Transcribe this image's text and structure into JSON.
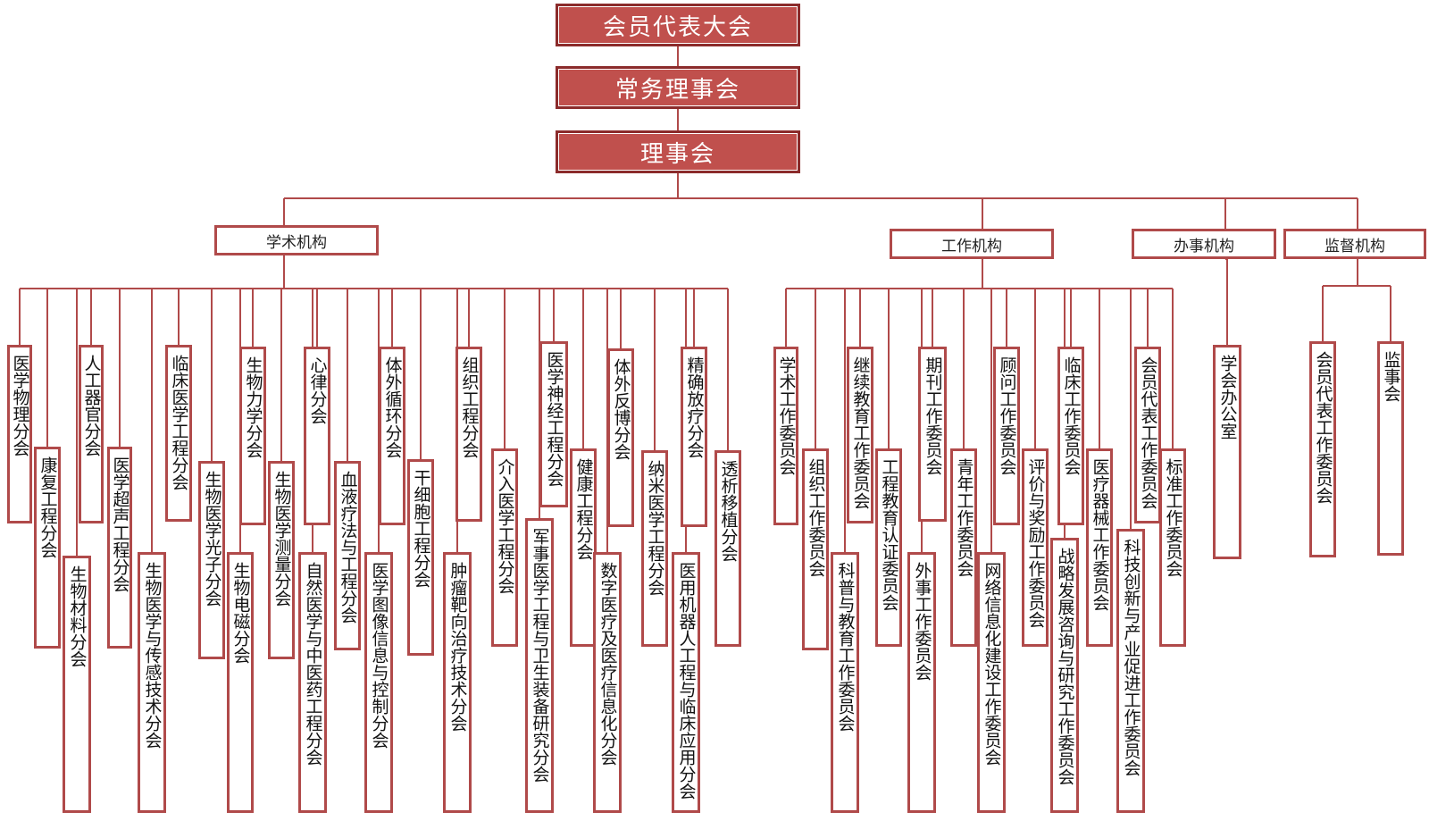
{
  "top": [
    "会员代表大会",
    "常务理事会",
    "理事会"
  ],
  "categories": [
    "学术机构",
    "工作机构",
    "办事机构",
    "监督机构"
  ],
  "academic": [
    "医学物理分会",
    "康复工程分会",
    "生物材料分会",
    "人工器官分会",
    "医学超声工程分会",
    "生物医学与传感技术分会",
    "临床医学工程分会",
    "生物医学光子分会",
    "生物电磁分会",
    "生物力学分会",
    "生物医学测量分会",
    "心律分会",
    "自然医学与中医药工程分会",
    "血液疗法与工程分会",
    "体外循环分会",
    "医学图像信息与控制分会",
    "干细胞工程分会",
    "肿瘤靶向治疗技术分会",
    "组织工程分会",
    "介入医学工程分会",
    "医学神经工程分会",
    "军事医学工程与卫生装备研究分会",
    "健康工程分会",
    "数字医疗及医疗信息化分会",
    "体外反博分会",
    "纳米医学工程分会",
    "精确放疗分会",
    "医用机器人工程与临床应用分会",
    "透析移植分会"
  ],
  "work": [
    "学术工作委员会",
    "组织工作委员会",
    "继续教育工作委员会",
    "科普与教育工作委员会",
    "工程教育认证委员会",
    "期刊工作委员会",
    "外事工作委员会",
    "青年工作委员会",
    "顾问工作委员会",
    "网络信息化建设工作委员会",
    "评价与奖励工作委员会",
    "临床工作委员会",
    "战略发展咨询与研究工作委员会",
    "医疗器械工作委员会",
    "会员代表工作委员会",
    "科技创新与产业促进工作委员会",
    "标准工作委员会"
  ],
  "office": [
    "学会办公室"
  ],
  "supervision": [
    "会员代表工作委员会",
    "监事会"
  ],
  "colors": {
    "top_fill": "#c0504d",
    "line": "#b04a4a"
  }
}
